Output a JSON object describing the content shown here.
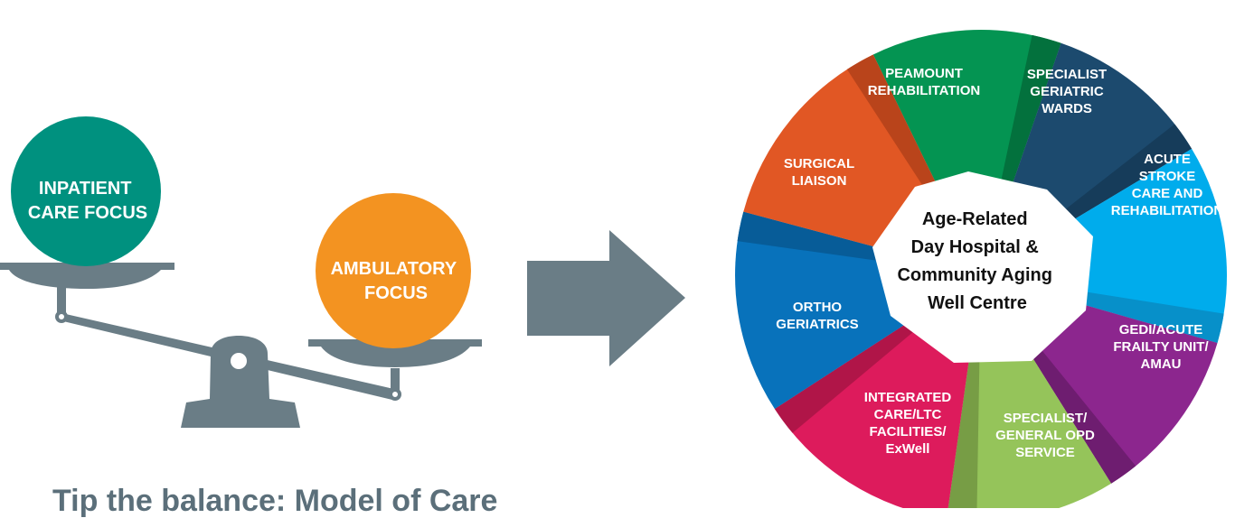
{
  "scale": {
    "inpatient_lines": [
      "INPATIENT",
      "CARE FOCUS"
    ],
    "ambulatory_lines": [
      "AMBULATORY",
      "FOCUS"
    ],
    "colors": {
      "inpatient": "#00917f",
      "ambulatory": "#f39321",
      "scale": "#6a7d86"
    }
  },
  "arrow": {
    "color": "#6a7d86",
    "icon": "right-arrow-icon"
  },
  "wheel": {
    "center_lines": [
      "Age-Related",
      "Day Hospital &",
      "Community Aging",
      "Well Centre"
    ],
    "segments": [
      {
        "id": "peamount-rehabilitation",
        "lines": [
          "PEAMOUNT",
          "REHABILITATION"
        ],
        "color": "#049452",
        "accent": "#03713d"
      },
      {
        "id": "specialist-geriatric-wards",
        "lines": [
          "SPECIALIST",
          "GERIATRIC",
          "WARDS"
        ],
        "color": "#1c4a6e",
        "accent": "#163c5a"
      },
      {
        "id": "acute-stroke-care",
        "lines": [
          "ACUTE",
          "STROKE",
          "CARE AND",
          "REHABILITATION"
        ],
        "color": "#00acec",
        "accent": "#0790c9"
      },
      {
        "id": "gedi-acute-frailty",
        "lines": [
          "GEDI/ACUTE",
          "FRAILTY UNIT/",
          "AMAU"
        ],
        "color": "#8c268e",
        "accent": "#6e1d70"
      },
      {
        "id": "specialist-general-opd",
        "lines": [
          "SPECIALIST/",
          "GENERAL OPD",
          "SERVICE"
        ],
        "color": "#95c45a",
        "accent": "#779d45"
      },
      {
        "id": "integrated-care-ltc",
        "lines": [
          "INTEGRATED",
          "CARE/LTC",
          "FACILITIES/",
          "ExWell"
        ],
        "color": "#dd1b5c",
        "accent": "#b01548"
      },
      {
        "id": "ortho-geriatrics",
        "lines": [
          "ORTHO",
          "GERIATRICS"
        ],
        "color": "#0872bb",
        "accent": "#075c98"
      },
      {
        "id": "surgical-liaison",
        "lines": [
          "SURGICAL",
          "LIAISON"
        ],
        "color": "#e15724",
        "accent": "#b9441b"
      }
    ]
  },
  "caption": "Tip the balance: Model of Care"
}
